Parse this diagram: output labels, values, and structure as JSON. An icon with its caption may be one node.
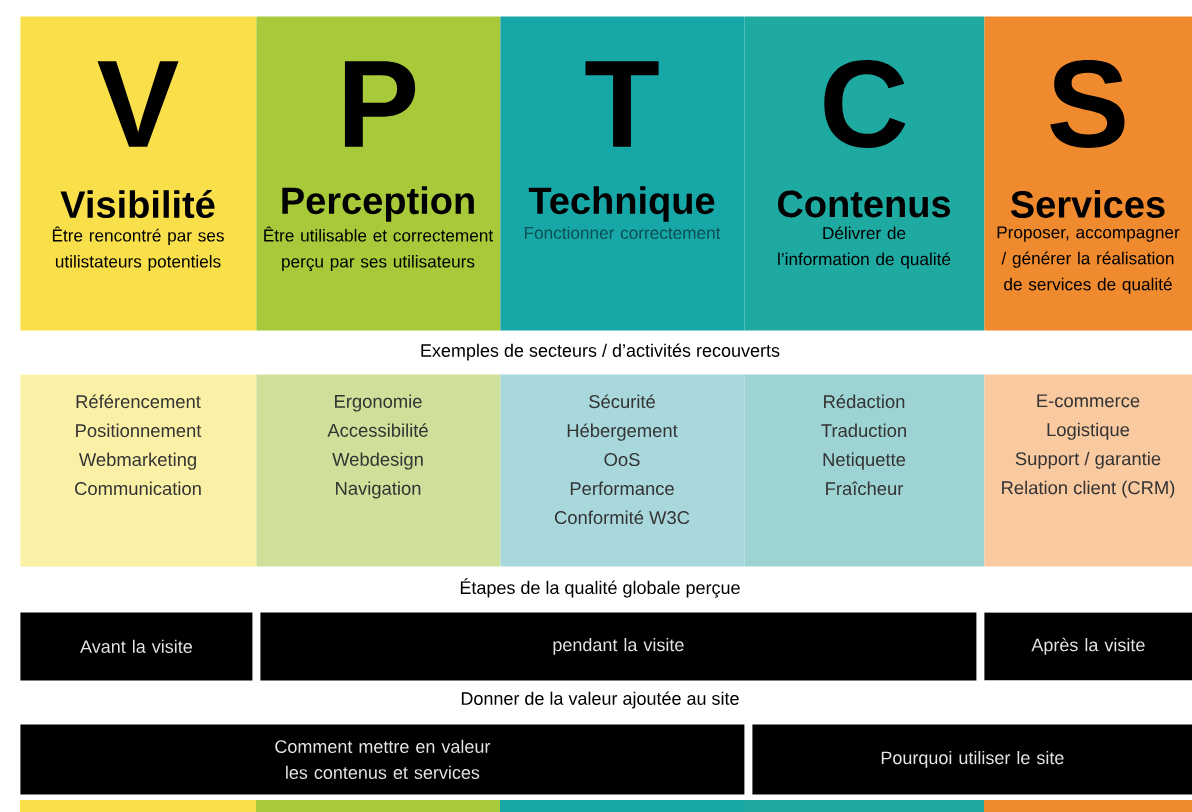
{
  "diagram": {
    "nodes": [
      {
        "text": [
          "V",
          "Visibilité",
          "Être rencontré par ses utilistateurs potentiels"
        ]
      },
      {
        "text": [
          "P",
          "Perception",
          "Être utilisable et correctement perçu par ses utilisateurs"
        ]
      },
      {
        "text": [
          "T",
          "Technique",
          "Fonctionner correctement"
        ]
      },
      {
        "text": [
          "C",
          "Contenus",
          "Délivrer de l’information de qualité"
        ]
      },
      {
        "text": [
          "S",
          "Services",
          "Proposer, accompagner / générer la réalisation de services de qualité"
        ]
      },
      {
        "text": [
          "Référencement",
          "Positionnement",
          "Webmarketing",
          "Communication"
        ]
      },
      {
        "text": [
          "Ergonomie",
          "Accessibilité",
          "Webdesign",
          "Navigation"
        ]
      },
      {
        "text": [
          "Sécurité",
          "Hébergement",
          "OoS",
          "Performance",
          "Conformité W3C"
        ]
      },
      {
        "text": [
          "Rédaction",
          "Traduction",
          "Netiquette",
          "Fraîcheur"
        ]
      },
      {
        "text": [
          "E-commerce",
          "Logistique",
          "Support / garantie",
          "Relation client (CRM)"
        ]
      },
      {
        "text": [
          "Avant la visite"
        ]
      },
      {
        "text": [
          "pendant la visite"
        ]
      },
      {
        "text": [
          "Après la visite"
        ]
      },
      {
        "text": [
          "Comment mettre en valeur les contenus et services"
        ]
      },
      {
        "text": [
          "Pourquoi utiliser le site"
        ]
      }
    ],
    "labels": [
      "Exemples de secteurs / d’activités recouverts",
      "Étapes de la qualité globale perçue",
      "Donner de la valeur ajoutée au site"
    ]
  }
}
